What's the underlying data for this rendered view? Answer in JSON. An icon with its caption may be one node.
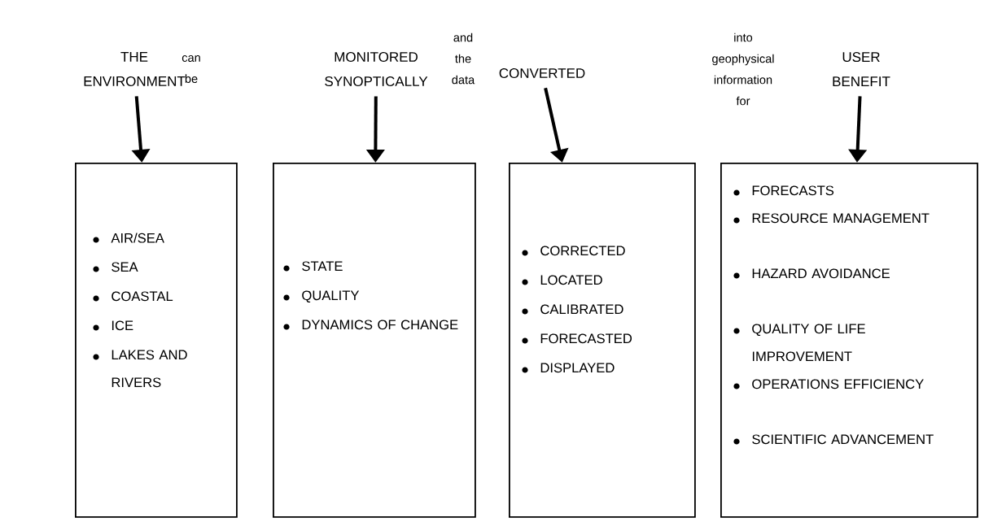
{
  "diagram": {
    "nodes": [
      {
        "text": [
          "THE ENVIRONMENT"
        ]
      },
      {
        "text": [
          "AIR/SEA",
          "SEA",
          "COASTAL",
          "ICE",
          "LAKES AND RIVERS"
        ]
      },
      {
        "text": [
          "MONITORED SYNOPTICALLY"
        ]
      },
      {
        "text": [
          "STATE",
          "QUALITY",
          "DYNAMICS OF CHANGE"
        ]
      },
      {
        "text": [
          "CONVERTED"
        ]
      },
      {
        "text": [
          "CORRECTED",
          "LOCATED",
          "CALIBRATED",
          "FORECASTED",
          "DISPLAYED"
        ]
      },
      {
        "text": [
          "USER BENEFIT"
        ]
      },
      {
        "text": [
          "FORECASTS",
          "RESOURCE MANAGEMENT",
          "HAZARD AVOIDANCE",
          "QUALITY OF LIFE IMPROVEMENT",
          "OPERATIONS EFFICIENCY",
          "SCIENTIFIC ADVANCEMENT"
        ]
      }
    ],
    "edges": [
      {
        "from": 0,
        "to": 1,
        "arrow": "to"
      },
      {
        "from": 2,
        "to": 3,
        "arrow": "to"
      },
      {
        "from": 4,
        "to": 5,
        "arrow": "to"
      },
      {
        "from": 6,
        "to": 7,
        "arrow": "to"
      }
    ],
    "labels": [
      "can be",
      "and the data",
      "into geophysical information for"
    ]
  }
}
